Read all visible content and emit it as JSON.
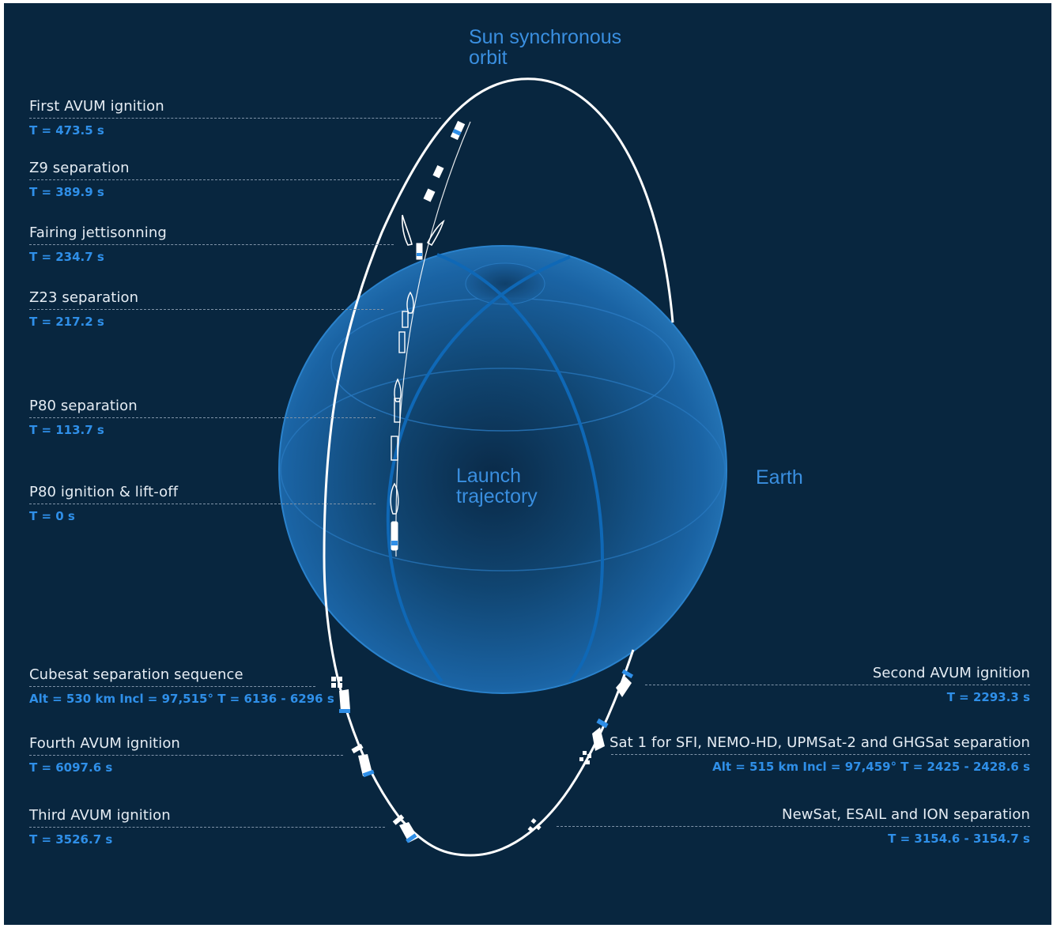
{
  "labels": {
    "orbit_line1": "Sun synchronous",
    "orbit_line2": "orbit",
    "earth": "Earth",
    "trajectory_line1": "Launch",
    "trajectory_line2": "trajectory"
  },
  "events": [
    {
      "title": "First AVUM ignition",
      "detail": "T = 473.5 s"
    },
    {
      "title": "Z9 separation",
      "detail": "T = 389.9 s"
    },
    {
      "title": "Fairing jettisonning",
      "detail": "T = 234.7 s"
    },
    {
      "title": "Z23 separation",
      "detail": "T = 217.2 s"
    },
    {
      "title": "P80 separation",
      "detail": "T = 113.7 s"
    },
    {
      "title": "P80 ignition & lift-off",
      "detail": "T = 0 s"
    },
    {
      "title": "Cubesat separation sequence",
      "detail": "Alt = 530 km   Incl = 97,515°   T = 6136 - 6296 s"
    },
    {
      "title": "Fourth AVUM ignition",
      "detail": "T = 6097.6 s"
    },
    {
      "title": "Third AVUM ignition",
      "detail": "T = 3526.7 s"
    },
    {
      "title": "Second AVUM ignition",
      "detail": "T = 2293.3 s"
    },
    {
      "title": "Sat 1 for SFI, NEMO-HD, UPMSat-2  and GHGSat separation",
      "detail": "Alt = 515 km   Incl = 97,459°   T = 2425 - 2428.6 s"
    },
    {
      "title": "NewSat, ESAIL and ION separation",
      "detail": "T = 3154.6 - 3154.7 s"
    }
  ],
  "colors": {
    "background": "#08263f",
    "accent": "#2f8fe8",
    "orbit": "#ffffff",
    "earth": "#1a6fbd"
  },
  "icons": [
    "rocket-stage-icon",
    "fairing-icon",
    "satellite-icon"
  ]
}
